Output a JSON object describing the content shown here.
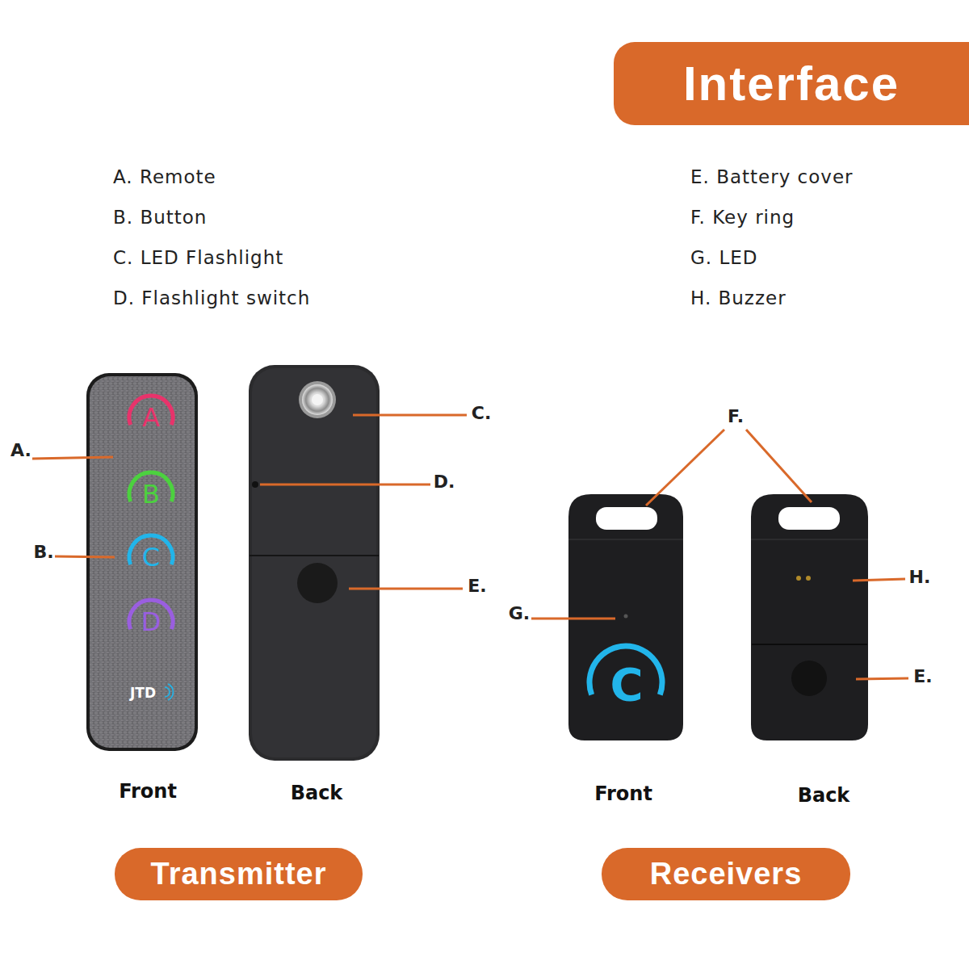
{
  "diagram": {
    "title": "Interface",
    "nodes": [
      {
        "text": [
          "Transmitter"
        ]
      },
      {
        "text": [
          "Receivers"
        ]
      }
    ],
    "labels": [
      "A. Remote",
      "B. Button",
      "C. LED Flashlight",
      "D. Flashlight switch",
      "E. Battery cover",
      "F. Key ring",
      "G. LED",
      "H. Buzzer",
      "F.",
      "C.",
      "A.",
      "D.",
      "A",
      "B",
      "B.",
      "C",
      "E.",
      "G.",
      "H.",
      "D",
      "C",
      "E.",
      "JTD",
      "Front",
      "Back",
      "Front",
      "Back"
    ]
  }
}
